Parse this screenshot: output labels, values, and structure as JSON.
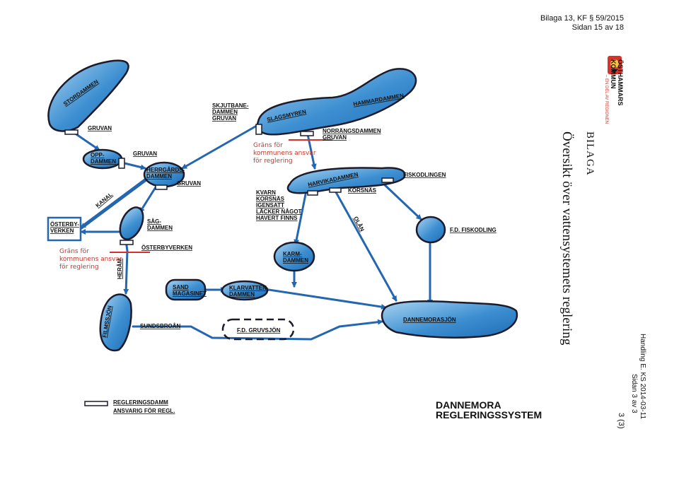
{
  "header": {
    "line1": "Bilaga 13, KF § 59/2015",
    "line2": "Sidan 15 av 18"
  },
  "side": {
    "bilaga": "BILAGA",
    "subtitle": "Översikt över vattensystemets reglering",
    "handling": "Handling E. KS 2014-03-11",
    "handling_page": "Sidan 3 av 3",
    "page_count": "3 (3)"
  },
  "logo": {
    "name_line1": "ÖSTHAMMARS",
    "name_line2": "KOMMUN",
    "tagline": "– EN DEL AV REGIONEN"
  },
  "nodes": {
    "stordammen": "STORDAMMEN",
    "oppdammen": "OPP-\nDAMMEN",
    "herrgardsdammen": "HERRGÅRDS-\nDAMMEN",
    "sagdammen": "SÅG-\nDAMMEN",
    "osterbyverken": "ÖSTERBY-\nVERKEN",
    "slagsmyren": "SLAGSMYREN",
    "hammardammen": "HAMMARDAMMEN",
    "harvikadammen": "HARVIKADAMMEN",
    "fiskodlingen": "FISKODLINGEN",
    "fd_fiskodling": "F.D. FISKODLING",
    "karmdammen": "KARM-\nDAMMEN",
    "sand_magasinet": "SAND\nMAGASINET",
    "klarvattendammen": "KLARVATTEN-\nDAMMEN",
    "filmssjon": "FILMSSJÖN",
    "fd_gruvsjon": "F.D. GRUVSJÖN",
    "dannemorasjon": "DANNEMORASJÖN"
  },
  "labels": {
    "gruvan1": "GRUVAN",
    "gruvan2": "GRUVAN",
    "gruvan3": "GRUVAN",
    "skjutbanedammen": "SKJUTBANE-\nDAMMEN\nGRUVAN",
    "norrangsdammen": "NORRÄNGSDAMMEN\nGRUVAN",
    "korsnas": "KORSNÄS",
    "kvarn": "KVARN\nKORSNÄS\nIGENSATT\nLÄCKER NÅGOT\nHAVERT FINNS",
    "osterbyverken_dam": "ÖSTERBYVERKEN",
    "kanal": "KANAL",
    "heram": "HERÅM",
    "olan": "OLÅN",
    "sundsbroan": "SUNDSBROÅN",
    "legend_regdamm": "REGLERINGSDAMM",
    "legend_ansvar": "ANSVARIG FÖR REGL.",
    "title_line1": "DANNEMORA",
    "title_line2": "REGLERINGSSYSTEM"
  },
  "annotations": {
    "grans_top": "Gräns för\nkommunens ansvar\nför reglering",
    "grans_left": "Gräns för\nkommunens ansvar\nför reglering"
  },
  "colors": {
    "water": "#3d8fd1",
    "water_light": "#8ec3ea",
    "outline": "#1b1b2b",
    "arrow": "#2467b0",
    "boundary": "#d62f2f"
  }
}
